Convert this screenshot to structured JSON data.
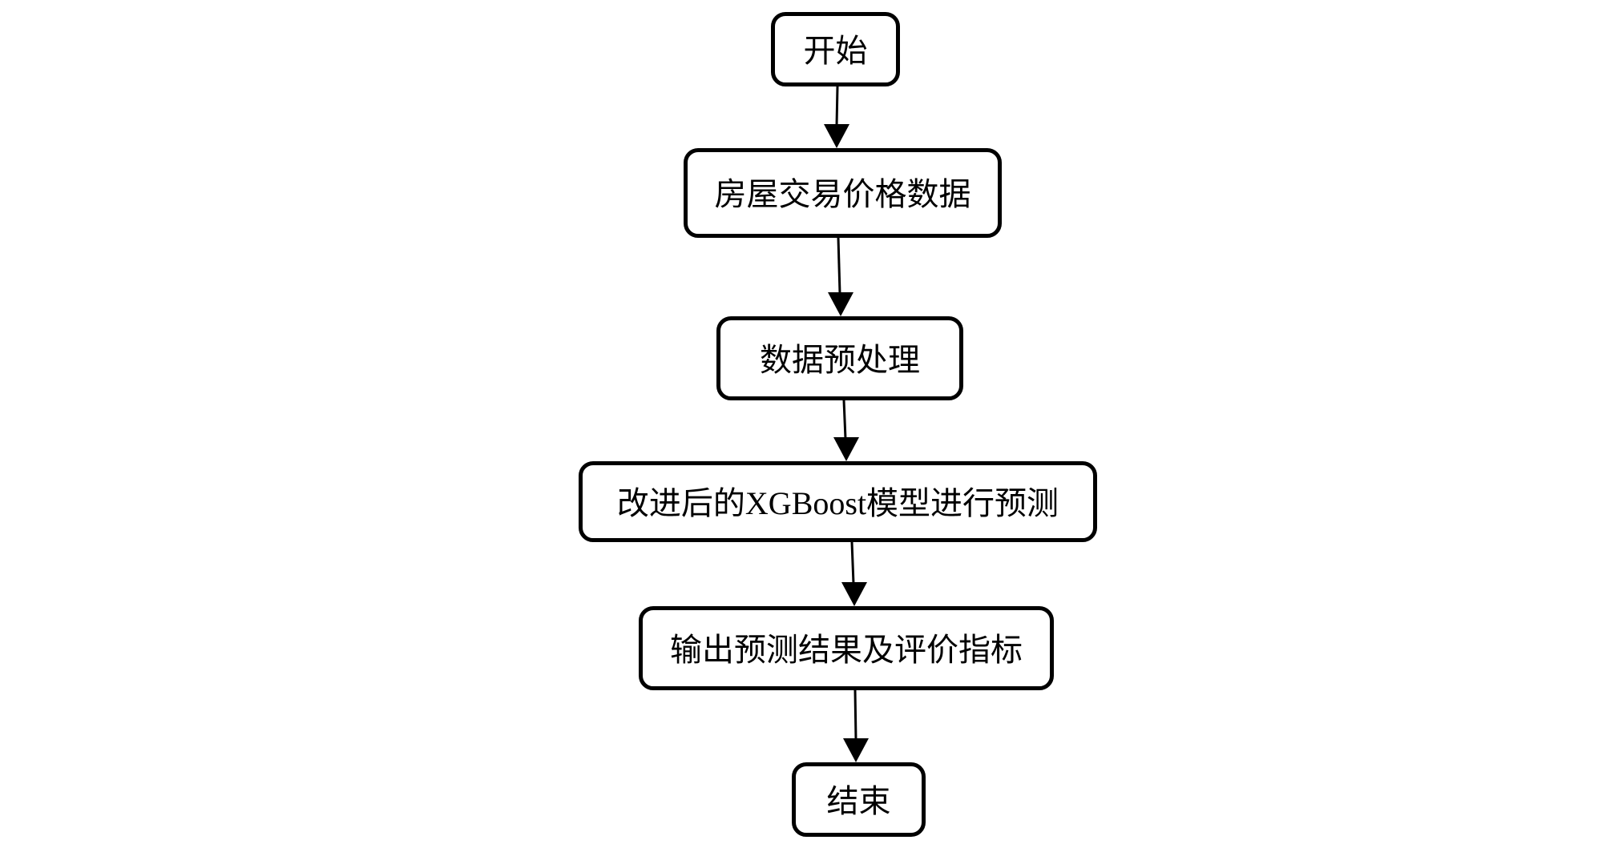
{
  "diagram": {
    "type": "flowchart",
    "direction": "top-down",
    "colors": {
      "background": "#ffffff",
      "node_fill": "#ffffff",
      "node_border": "#000000",
      "text": "#000000",
      "arrow": "#000000"
    },
    "nodes": [
      {
        "id": "start",
        "label": "开始",
        "shape": "rounded-rectangle"
      },
      {
        "id": "input-data",
        "label": "房屋交易价格数据",
        "shape": "rounded-rectangle"
      },
      {
        "id": "preprocessing",
        "label": "数据预处理",
        "shape": "rounded-rectangle"
      },
      {
        "id": "model-predict",
        "label": "改进后的XGBoost模型进行预测",
        "shape": "rounded-rectangle"
      },
      {
        "id": "output-results",
        "label": "输出预测结果及评价指标",
        "shape": "rounded-rectangle"
      },
      {
        "id": "end",
        "label": "结束",
        "shape": "rounded-rectangle"
      }
    ],
    "edges": [
      {
        "from": "start",
        "to": "input-data"
      },
      {
        "from": "input-data",
        "to": "preprocessing"
      },
      {
        "from": "preprocessing",
        "to": "model-predict"
      },
      {
        "from": "model-predict",
        "to": "output-results"
      },
      {
        "from": "output-results",
        "to": "end"
      }
    ]
  }
}
